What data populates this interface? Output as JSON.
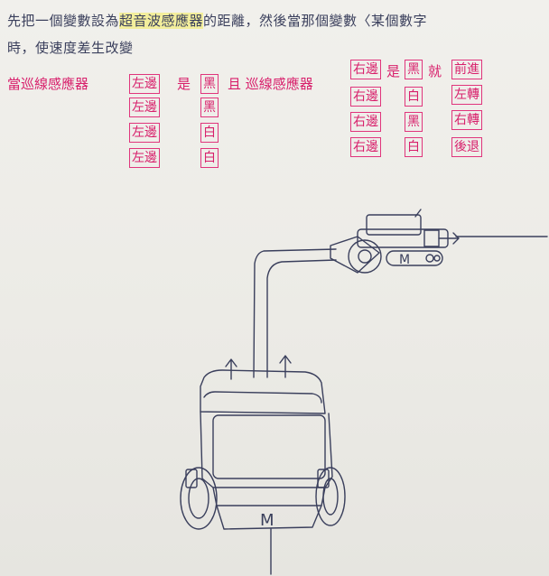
{
  "header": {
    "line1_pre": "先把一個變數設為",
    "line1_highlight": "超音波感應器",
    "line1_post": "的距離，然後當那個變數〈某個數字",
    "line2": "時，使速度差生改變"
  },
  "rule_row": {
    "prefix": "當巡線感應器",
    "left_sensor": [
      "左邊",
      "左邊",
      "左邊",
      "左邊"
    ],
    "is1": "是",
    "left_color": [
      "黑",
      "黑",
      "白",
      "白"
    ],
    "and_text": "且 巡線感應器",
    "right_sensor": [
      "右邊",
      "右邊",
      "右邊",
      "右邊"
    ],
    "is2": "是",
    "right_color": [
      "黑",
      "白",
      "黑",
      "白"
    ],
    "then": "就",
    "actions": [
      "前進",
      "左轉",
      "右轉",
      "後退"
    ]
  },
  "drawing": {
    "motor_label_top": "M",
    "motor_label_car": "M"
  },
  "colors": {
    "blue_ink": "#3a3f5c",
    "pink_ink": "#d81f6b",
    "highlight": "#f3ee9c"
  }
}
